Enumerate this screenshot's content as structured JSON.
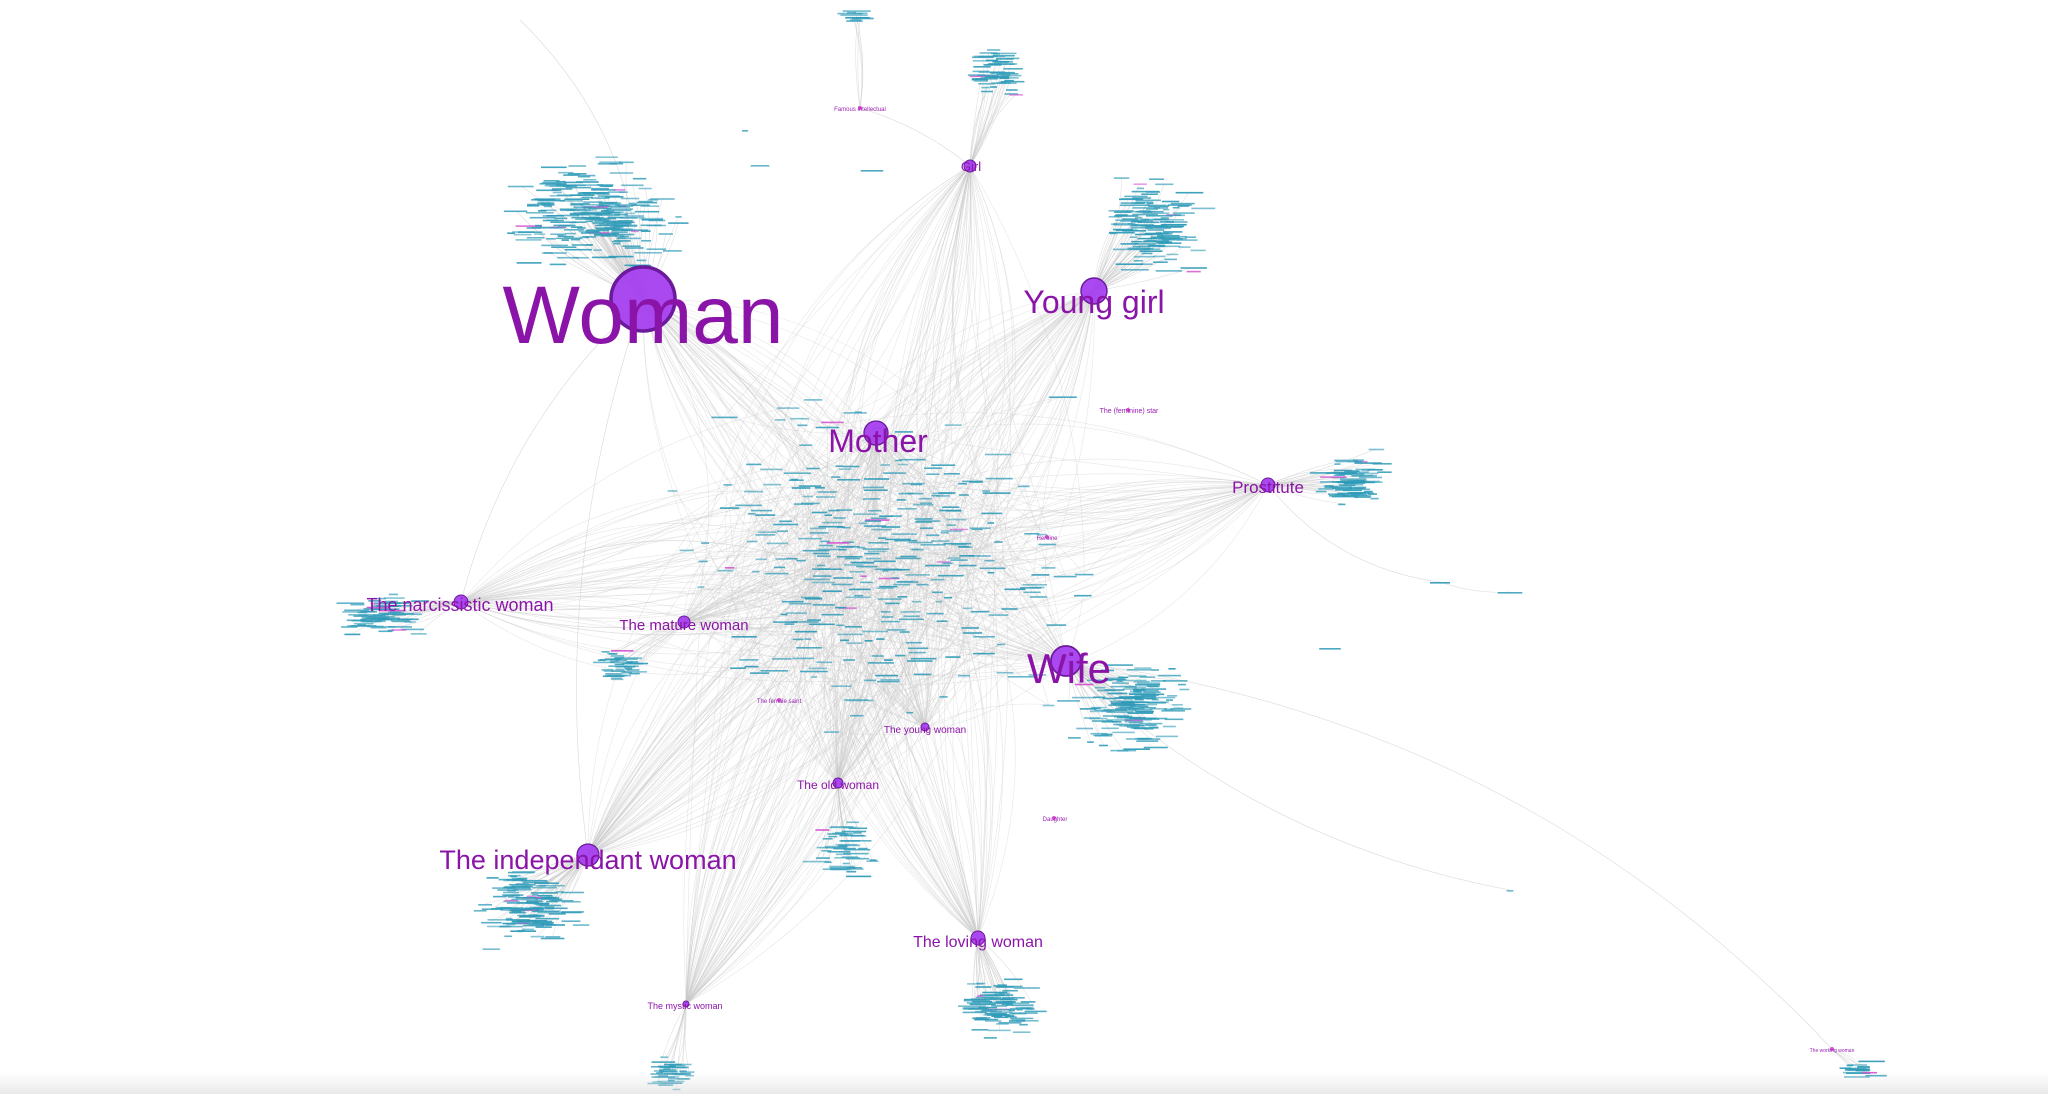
{
  "graph": {
    "hubs": [
      {
        "id": "woman",
        "label": "Woman",
        "weight": 1.0
      },
      {
        "id": "young-girl",
        "label": "Young girl",
        "weight": 0.34
      },
      {
        "id": "wife",
        "label": "Wife",
        "weight": 0.4
      },
      {
        "id": "mother",
        "label": "Mother",
        "weight": 0.32
      },
      {
        "id": "the-independant-woman",
        "label": "The independant woman",
        "weight": 0.26
      },
      {
        "id": "the-narcissistic-woman",
        "label": "The narcissistic woman",
        "weight": 0.2
      },
      {
        "id": "the-mature-woman",
        "label": "The mature woman",
        "weight": 0.17
      },
      {
        "id": "prostitute",
        "label": "Prostitute",
        "weight": 0.2
      },
      {
        "id": "the-loving-woman",
        "label": "The loving woman",
        "weight": 0.19
      },
      {
        "id": "the-old-woman",
        "label": "The old woman",
        "weight": 0.15
      },
      {
        "id": "the-young-woman",
        "label": "The young woman",
        "weight": 0.12
      },
      {
        "id": "girl",
        "label": "Girl",
        "weight": 0.14
      },
      {
        "id": "the-mystic-woman",
        "label": "The mystic woman",
        "weight": 0.1
      }
    ],
    "minor_labels": [
      {
        "id": "famous-intellectual",
        "label": "Famous intellectual"
      },
      {
        "id": "the-feminine-star",
        "label": "The (feminine) star"
      },
      {
        "id": "heroine",
        "label": "Heroine"
      },
      {
        "id": "the-female-saint",
        "label": "The female saint"
      },
      {
        "id": "daughter",
        "label": "Daughter"
      },
      {
        "id": "the-working-woman",
        "label": "The working woman"
      }
    ],
    "colors": {
      "hub_fill": "#a63ff0",
      "hub_stroke": "#6a1a9a",
      "hub_label": "#8b14a8",
      "leaf_text": "#2f9bb8",
      "leaf_pink": "#d64fd0",
      "edge": "#c9c9c9",
      "background": "#ffffff"
    }
  }
}
